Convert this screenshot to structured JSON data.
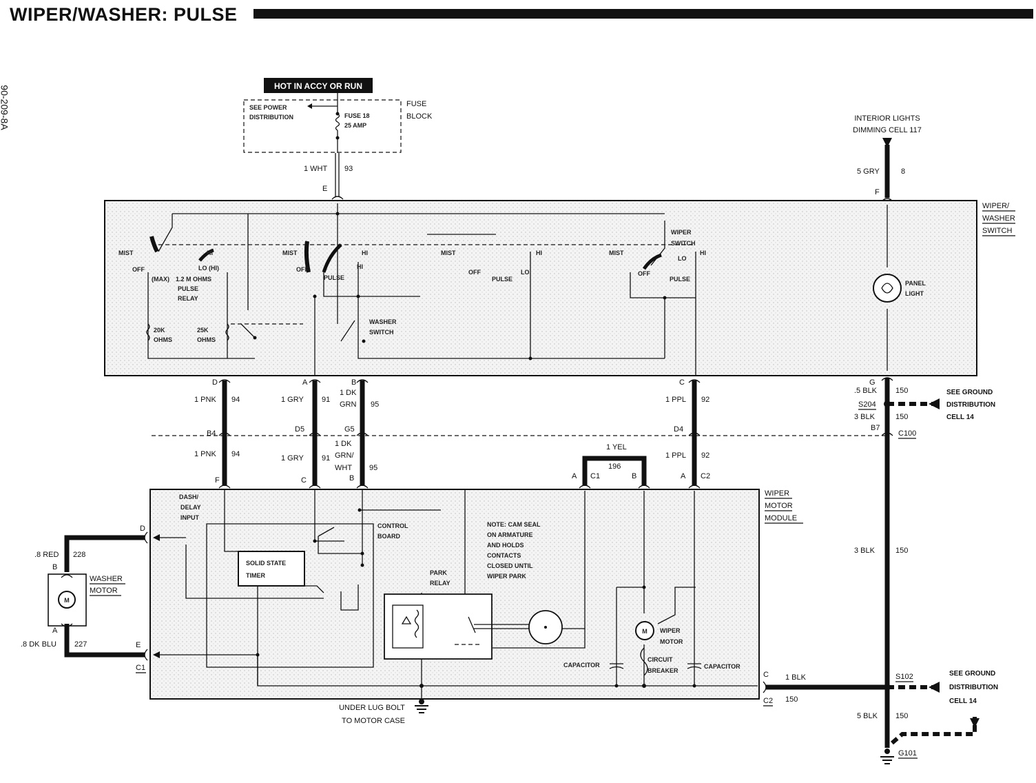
{
  "title": "WIPER/WASHER: PULSE",
  "diagram_code": "90-209-8A",
  "hot_label": "HOT IN ACCY OR RUN",
  "fuse": {
    "power_note_1": "SEE POWER",
    "power_note_2": "DISTRIBUTION",
    "fuse_name": "FUSE 18",
    "fuse_rating": "25 AMP",
    "block_1": "FUSE",
    "block_2": "BLOCK"
  },
  "wires": {
    "wht": "1 WHT",
    "wht_circuit": "93",
    "gry5": "5 GRY",
    "gry5_circuit": "8",
    "pnk": "1 PNK",
    "pnk_circuit": "94",
    "gry": "1 GRY",
    "gry_circuit": "91",
    "dkgrn_1": "1 DK",
    "dkgrn_2": "GRN",
    "dkgrn_circuit": "95",
    "dkgrnwht_1": "1 DK",
    "dkgrnwht_2": "GRN/",
    "dkgrnwht_3": "WHT",
    "dkgrnwht_circuit": "95",
    "ppl": "1 PPL",
    "ppl_circuit": "92",
    "yel": "1 YEL",
    "yel_circuit": "196",
    "blk5": ".5 BLK",
    "blk3": "3 BLK",
    "blk_circuit": "150",
    "blk1": "1 BLK",
    "blk5b": "5 BLK",
    "red": ".8 RED",
    "red_circuit": "228",
    "dkblu": ".8 DK BLU",
    "dkblu_circuit": "227"
  },
  "interior": {
    "line1": "INTERIOR LIGHTS",
    "line2": "DIMMING CELL 117"
  },
  "switch": {
    "label_1": "WIPER/",
    "label_2": "WASHER",
    "label_3": "SWITCH",
    "panel_1": "PANEL",
    "panel_2": "LIGHT"
  },
  "switch_internals": {
    "mist": "MIST",
    "hi": "HI",
    "off": "OFF",
    "lo_hi": "LO (HI)",
    "max": "(MAX)",
    "pulse_relay": "1.2 M OHMS",
    "pulse_relay_2": "PULSE",
    "pulse_relay_3": "RELAY",
    "r1": "20K",
    "r1b": "OHMS",
    "r2": "25K",
    "r2b": "OHMS",
    "pulse": "PULSE",
    "lo": "LO",
    "washer_1": "WASHER",
    "washer_2": "SWITCH",
    "wiper_1": "WIPER",
    "wiper_2": "SWITCH"
  },
  "connectors": {
    "e": "E",
    "f": "F",
    "d": "D",
    "a": "A",
    "b": "B",
    "c": "C",
    "g": "G",
    "b4": "B4",
    "d5": "D5",
    "g5": "G5",
    "d4": "D4",
    "b7": "B7",
    "c100": "C100",
    "c1": "C1",
    "c2": "C2",
    "s204": "S204",
    "s102": "S102",
    "g101": "G101",
    "e1": "E",
    "d1": "D",
    "wb": "B",
    "wa": "A"
  },
  "ground": {
    "line1": "SEE GROUND",
    "line2": "DISTRIBUTION",
    "line3": "CELL 14"
  },
  "module": {
    "label_1": "WIPER",
    "label_2": "MOTOR",
    "label_3": "MODULE",
    "input_1": "DASH/",
    "input_2": "DELAY",
    "input_3": "INPUT",
    "solid_1": "SOLID STATE",
    "solid_2": "TIMER",
    "control_1": "CONTROL",
    "control_2": "BOARD",
    "park_1": "PARK",
    "park_2": "RELAY",
    "note_1": "NOTE: CAM SEAL",
    "note_2": "ON ARMATURE",
    "note_3": "AND HOLDS",
    "note_4": "CONTACTS",
    "note_5": "CLOSED UNTIL",
    "note_6": "WIPER PARK",
    "motor_1": "WIPER",
    "motor_2": "MOTOR",
    "capacitor": "CAPACITOR",
    "breaker_1": "CIRCUIT",
    "breaker_2": "BREAKER"
  },
  "washer_motor": {
    "line1": "WASHER",
    "line2": "MOTOR",
    "m": "M"
  },
  "under_lug": {
    "line1": "UNDER LUG BOLT",
    "line2": "TO MOTOR CASE"
  }
}
